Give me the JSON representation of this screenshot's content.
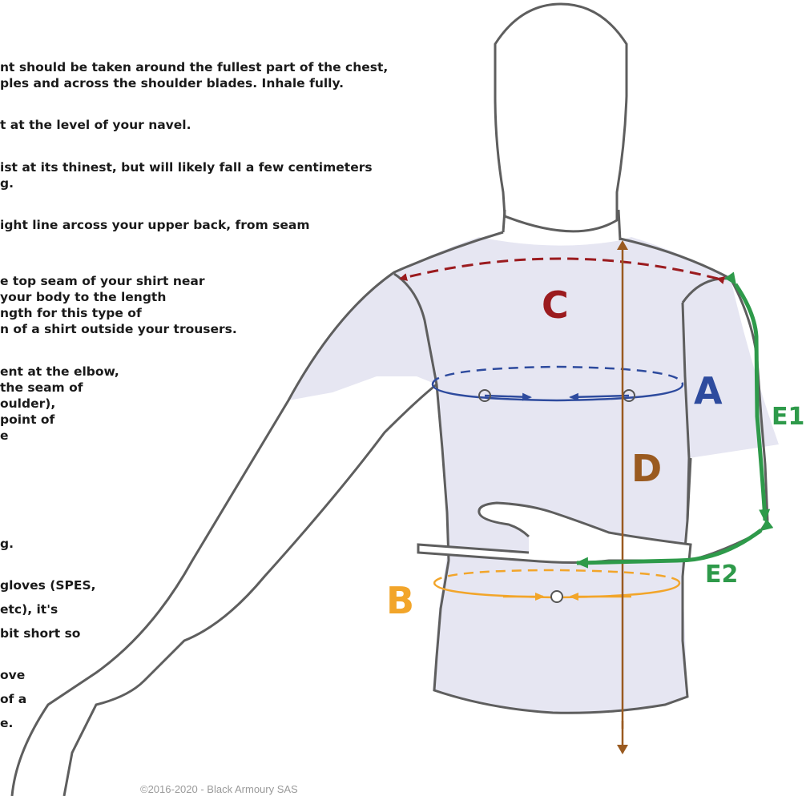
{
  "labels": {
    "chest": "A",
    "waist": "B",
    "shoulders": "C",
    "length": "D",
    "sleeve_upper": "E1",
    "sleeve_lower": "E2"
  },
  "colors": {
    "chest": "#2e4b9e",
    "waist": "#f2a52a",
    "shoulders": "#9b1b1f",
    "length": "#9a5a20",
    "sleeve": "#2e9a4a",
    "shirt": "#e6e6f2",
    "outline": "#5e5e5e"
  },
  "text_lines": [
    "nt should be taken around the fullest part of the chest,",
    "ples and across the shoulder blades. Inhale fully.",
    "t at the level of your navel.",
    "ist at its thinest, but will likely fall a few centimeters",
    "g.",
    "ight line arcoss your upper back, from seam",
    "e top seam of your shirt near",
    " your body to the length",
    "ngth for this type of",
    "n of a shirt outside your trousers.",
    "ent at the elbow,",
    " the seam of",
    "oulder),",
    "point of",
    "e",
    "g.",
    "gloves (SPES,",
    "etc), it's",
    "bit short so",
    "ove",
    "of a",
    "e."
  ],
  "copyright": "©2016-2020 - Black Armoury SAS"
}
